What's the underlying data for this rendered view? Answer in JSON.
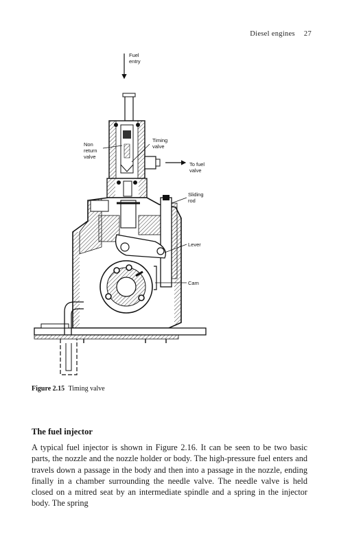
{
  "running_head": {
    "title": "Diesel engines",
    "page_number": "27"
  },
  "figure": {
    "labels": {
      "fuel_entry": [
        "Fuel",
        "entry"
      ],
      "non_return_valve": [
        "Non",
        "return",
        "valve"
      ],
      "timing_valve": [
        "Timing",
        "valve"
      ],
      "to_fuel_valve": [
        "To fuel",
        "valve"
      ],
      "sliding_rod": [
        "Sliding",
        "rod"
      ],
      "lever": "Lever",
      "cam": "Cam"
    },
    "caption_number": "Figure 2.15",
    "caption_text": "Timing valve"
  },
  "section": {
    "heading": "The fuel injector",
    "paragraph": "A typical fuel injector is shown in Figure 2.16. It can be seen to be two basic parts, the nozzle and the nozzle holder or body. The high-pressure fuel enters and travels down a passage in the body and then into a passage in the nozzle, ending finally in a chamber surrounding the needle valve. The needle valve is held closed on a mitred seat by an intermediate spindle and a spring in the injector body. The spring"
  }
}
